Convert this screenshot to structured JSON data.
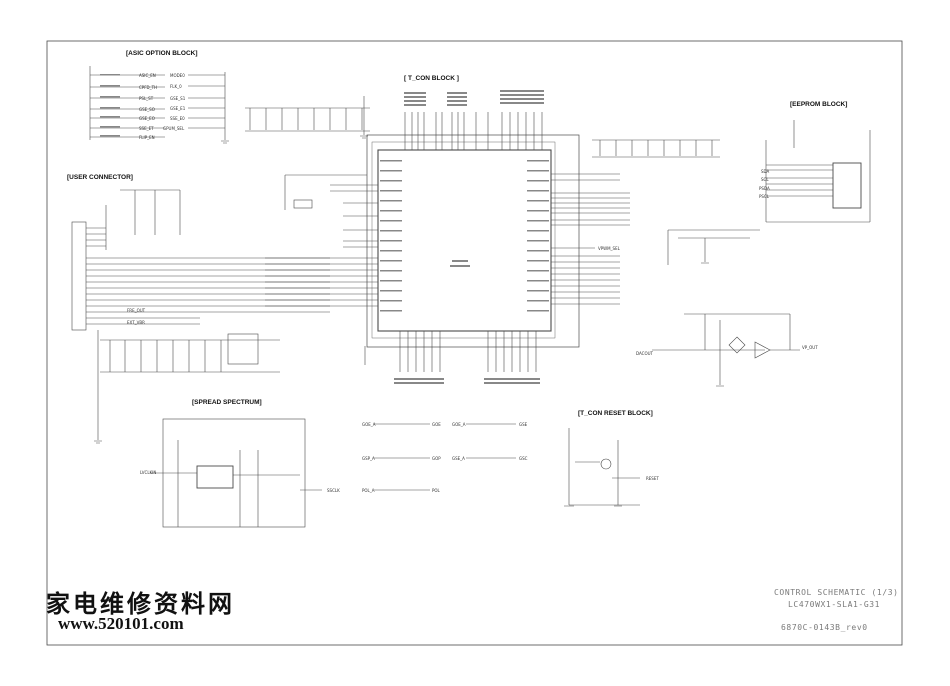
{
  "blocks": {
    "asic_option": "[ASIC OPTION BLOCK]",
    "t_con": "[ T_CON  BLOCK ]",
    "eeprom": "[EEPROM BLOCK]",
    "user_connector": "[USER CONNECTOR]",
    "spread_spectrum": "[SPREAD SPECTRUM]",
    "t_con_reset": "[T_CON RESET BLOCK]"
  },
  "title_block": {
    "line1": "CONTROL SCHEMATIC (1/3)",
    "line2": "LC470WX1-SLA1-G31",
    "line3": "6870C-0143B_rev0"
  },
  "watermark": {
    "chinese": "家电维修资料网",
    "url": "www.520101.com"
  },
  "signals": {
    "asic_left": [
      "ASIC_EN",
      "CPFD_TH",
      "PSL_ST",
      "GSE_SO",
      "GSE_EO",
      "SSE_ET",
      "FLIP_EN"
    ],
    "asic_right": [
      "MODE0",
      "FLK_0",
      "GSE_S1",
      "GSE_E1",
      "SSE_E0",
      "GPUM_SEL"
    ],
    "eeprom": [
      "SDA",
      "SCL",
      "PSDA",
      "PSCL"
    ],
    "spread": [
      "LVCLKIN",
      "SSCLK"
    ],
    "mid_out": [
      "GOE",
      "GOP",
      "POL"
    ],
    "mid_in": [
      "GOE_A",
      "GSP_A",
      "POL_A"
    ],
    "right_out": [
      "GSE",
      "GSC"
    ],
    "right_in": [
      "GOE_A",
      "GSE_A"
    ],
    "misc": [
      "DACOUT",
      "VP_OUT",
      "RESET",
      "VPWM_SEL",
      "FRE_OUT",
      "EXT_VBR"
    ]
  }
}
